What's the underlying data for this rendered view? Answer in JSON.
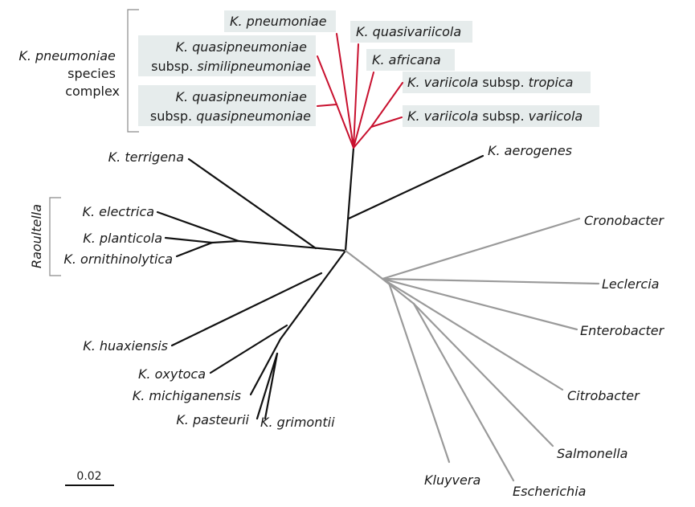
{
  "colors": {
    "klebsiella_branch": "#111111",
    "kpsc_branch": "#c8102e",
    "outgroup_branch": "#9a9a9a",
    "label_box": "#e6ecec"
  },
  "groups": {
    "kpsc_line1": "K. pneumoniae",
    "kpsc_line2": "species",
    "kpsc_line3": "complex",
    "raoultella": "Raoultella"
  },
  "kpsc_taxa": {
    "pneumoniae": "K. pneumoniae",
    "quasivariicola": "K. quasivariicola",
    "africana": "K. africana",
    "sim_line1": "K. quasipneumoniae",
    "sim_line2_prefix": "subsp. ",
    "sim_line2_name": "similipneumoniae",
    "quasi_line1": "K. quasipneumoniae",
    "quasi_line2_prefix": "subsp. ",
    "quasi_line2_name": "quasipneumoniae",
    "trop_species": "K. variicola",
    "trop_subsp": " subsp. ",
    "trop_name": "tropica",
    "var_species": "K. variicola",
    "var_subsp": " subsp. ",
    "var_name": "variicola"
  },
  "klebsiella_taxa": {
    "terrigena": "K. terrigena",
    "aerogenes": "K. aerogenes",
    "electrica": "K. electrica",
    "planticola": "K. planticola",
    "ornithinolytica": "K. ornithinolytica",
    "huaxiensis": "K. huaxiensis",
    "oxytoca": "K. oxytoca",
    "michiganensis": "K. michiganensis",
    "pasteurii": "K. pasteurii",
    "grimontii": "K. grimontii"
  },
  "outgroups": {
    "cronobacter": "Cronobacter",
    "leclercia": "Leclercia",
    "enterobacter": "Enterobacter",
    "citrobacter": "Citrobacter",
    "salmonella": "Salmonella",
    "kluyvera": "Kluyvera",
    "escherichia": "Escherichia"
  },
  "scale_bar": {
    "label": "0.02"
  }
}
